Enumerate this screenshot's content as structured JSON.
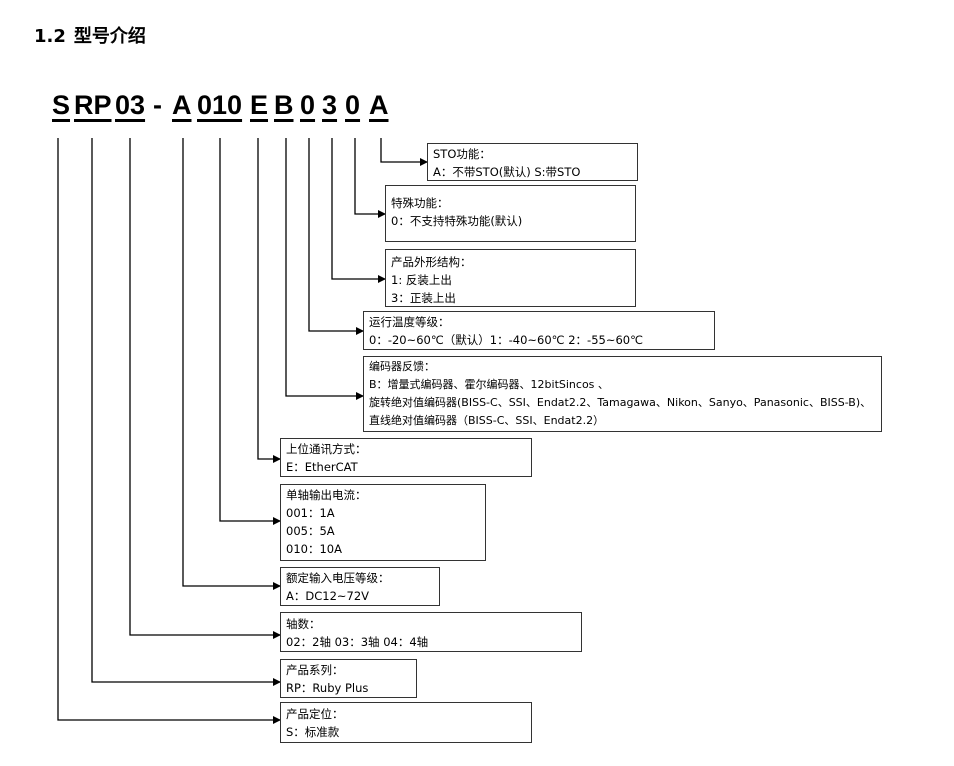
{
  "heading": {
    "number": "1.2",
    "title": "型号介绍"
  },
  "model_code": {
    "segments": [
      "S",
      "RP",
      "03",
      "A",
      "010",
      "E",
      "B",
      "0",
      "3",
      "0",
      "A"
    ],
    "separator": "-"
  },
  "fields": {
    "sto": {
      "title": "STO功能：",
      "lines": [
        "A：不带STO(默认)  S:带STO"
      ]
    },
    "special": {
      "title": "特殊功能：",
      "lines": [
        "0：不支持特殊功能(默认)"
      ]
    },
    "structure": {
      "title": "产品外形结构：",
      "lines": [
        "1:  反装上出",
        "3：正装上出"
      ]
    },
    "temperature": {
      "title": "运行温度等级：",
      "lines": [
        "0：-20~60℃（默认）1：-40~60℃  2：-55~60℃"
      ]
    },
    "encoder": {
      "title": "编码器反馈：",
      "lines": [
        "B：增量式编码器、霍尔编码器、12bitSincos 、",
        "旋转绝对值编码器(BISS-C、SSI、Endat2.2、Tamagawa、Nikon、Sanyo、Panasonic、BISS-B)、",
        "直线绝对值编码器（BISS-C、SSI、Endat2.2）"
      ]
    },
    "comm": {
      "title": "上位通讯方式：",
      "lines": [
        "E：EtherCAT"
      ]
    },
    "current": {
      "title": "单轴输出电流：",
      "lines": [
        "001：1A",
        "005：5A",
        "010：10A"
      ]
    },
    "voltage": {
      "title": "额定输入电压等级：",
      "lines": [
        "A：DC12~72V"
      ]
    },
    "axes": {
      "title": "轴数：",
      "lines": [
        "02：2轴  03：3轴   04：4轴"
      ]
    },
    "series": {
      "title": "产品系列：",
      "lines": [
        "RP：Ruby Plus"
      ]
    },
    "position": {
      "title": "产品定位：",
      "lines": [
        "S：标准款"
      ]
    }
  }
}
